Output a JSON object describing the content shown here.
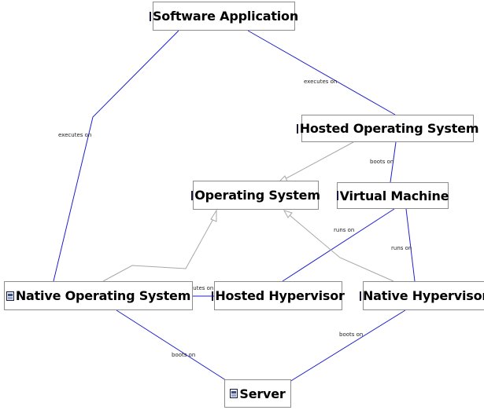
{
  "colors": {
    "association_line": "#1f1fd0",
    "generalization_line": "#a8a8a8",
    "node_border": "#8c8c8c",
    "node_fill": "#ffffff"
  },
  "node_icon": "class-element-icon",
  "nodes": {
    "software_application": "Software Application",
    "hosted_operating_system": "Hosted Operating System",
    "operating_system": "Operating System",
    "virtual_machine": "Virtual Machine",
    "native_operating_system": "Native Operating System",
    "hosted_hypervisor": "Hosted Hypervisor",
    "native_hypervisor": "Native Hypervisor",
    "server": "Server"
  },
  "edge_labels": {
    "app_executes_on_hosted": "executes on",
    "app_executes_on_native": "executes on",
    "hosted_os_boots_on_vm": "boots on",
    "vm_runs_on_hosted_hypervisor": "runs on",
    "vm_runs_on_native_hypervisor": "runs on",
    "hosted_hypervisor_executes_on_native_os": "executes on",
    "native_os_boots_on_server": "boots on",
    "native_hypervisor_boots_on_server": "boots on"
  }
}
